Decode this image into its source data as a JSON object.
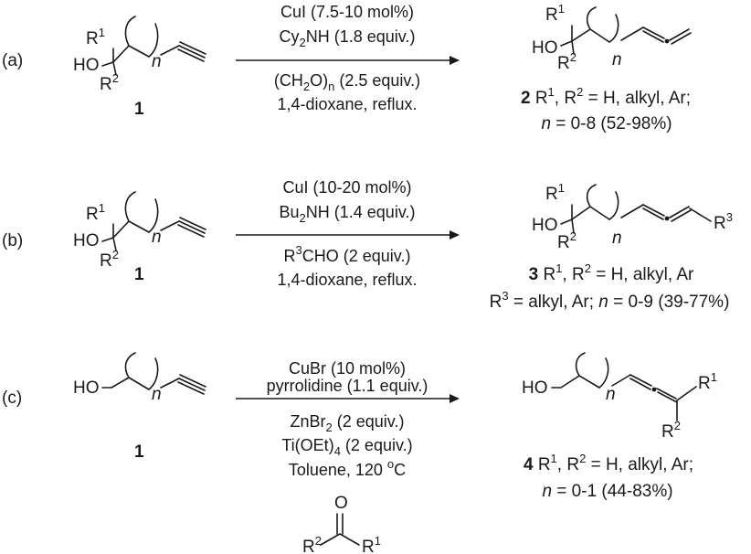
{
  "reactions": [
    {
      "label": "(a)",
      "sm": {
        "r1": "R",
        "r1sup": "1",
        "ho": "HO",
        "r2": "R",
        "r2sup": "2",
        "n": "n",
        "num": "1"
      },
      "above": {
        "line1": "CuI (7.5-10 mol%)",
        "line2_pre": "Cy",
        "line2_sub": "2",
        "line2_post": "NH (1.8 equiv.)"
      },
      "below": {
        "line1_pre": "(CH",
        "line1_sub": "2",
        "line1_mid": "O)",
        "line1_sub2": "n",
        "line1_post": " (2.5 equiv.)",
        "line2": "1,4-dioxane, reflux."
      },
      "product": {
        "r1": "R",
        "r1sup": "1",
        "ho": "HO",
        "r2": "R",
        "r2sup": "2",
        "n": "n",
        "num": "2",
        "desc1_a": " R",
        "desc1_b": "1",
        "desc1_c": ", R",
        "desc1_d": "2",
        "desc1_e": " = H, alkyl, Ar;",
        "desc2_n": "n",
        "desc2_rest": " = 0-8 (52-98%)"
      }
    },
    {
      "label": "(b)",
      "sm": {
        "r1": "R",
        "r1sup": "1",
        "ho": "HO",
        "r2": "R",
        "r2sup": "2",
        "n": "n",
        "num": "1"
      },
      "above": {
        "line1": "CuI (10-20 mol%)",
        "line2_pre": "Bu",
        "line2_sub": "2",
        "line2_post": "NH (1.4 equiv.)"
      },
      "below": {
        "line1_pre": "R",
        "line1_sup": "3",
        "line1_post": "CHO (2 equiv.)",
        "line2": "1,4-dioxane, reflux."
      },
      "product": {
        "r1": "R",
        "r1sup": "1",
        "ho": "HO",
        "r2": "R",
        "r2sup": "2",
        "n": "n",
        "r3": "R",
        "r3sup": "3",
        "num": "3",
        "desc1_a": " R",
        "desc1_b": "1",
        "desc1_c": ", R",
        "desc1_d": "2",
        "desc1_e": " = H, alkyl, Ar",
        "desc2_a": "R",
        "desc2_b": "3",
        "desc2_c": " = alkyl, Ar; ",
        "desc2_n": "n",
        "desc2_rest": " = 0-9 (39-77%)"
      }
    },
    {
      "label": "(c)",
      "sm": {
        "ho": "HO",
        "n": "n",
        "num": "1"
      },
      "above": {
        "line1": "CuBr (10 mol%)",
        "line2": "pyrrolidine (1.1 equiv.)"
      },
      "below": {
        "line1_pre": "ZnBr",
        "line1_sub": "2",
        "line1_post": " (2 equiv.)",
        "line2_pre": "Ti(OEt)",
        "line2_sub": "4",
        "line2_post": " (2 equiv.)",
        "line3_pre": "Toluene, 120 ",
        "line3_sup": "o",
        "line3_post": "C"
      },
      "ketone": {
        "o": "O",
        "r2": "R",
        "r2sup": "2",
        "r1": "R",
        "r1sup": "1"
      },
      "product": {
        "ho": "HO",
        "n": "n",
        "r1": "R",
        "r1sup": "1",
        "r2": "R",
        "r2sup": "2",
        "num": "4",
        "desc1_a": " R",
        "desc1_b": "1",
        "desc1_c": ", R",
        "desc1_d": "2",
        "desc1_e": " = H, alkyl, Ar;",
        "desc2_n": "n",
        "desc2_rest": " = 0-1 (44-83%)"
      }
    }
  ]
}
